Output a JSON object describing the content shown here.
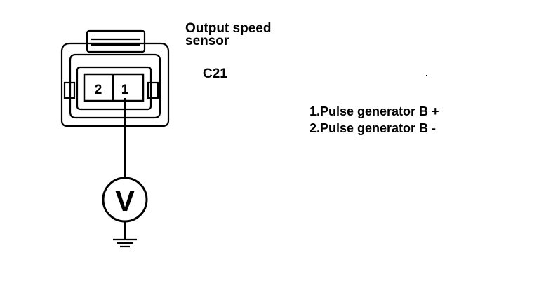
{
  "sensor": {
    "title_line1": "Output speed",
    "title_line2": "sensor",
    "connector_id": "C21"
  },
  "connector": {
    "pins": [
      {
        "number": "2"
      },
      {
        "number": "1"
      }
    ]
  },
  "meter": {
    "symbol": "V"
  },
  "pin_descriptions": [
    {
      "text": "1.Pulse generator B +"
    },
    {
      "text": "2.Pulse generator B -"
    }
  ],
  "icons": [
    "connector-icon",
    "voltmeter-icon",
    "ground-icon"
  ]
}
